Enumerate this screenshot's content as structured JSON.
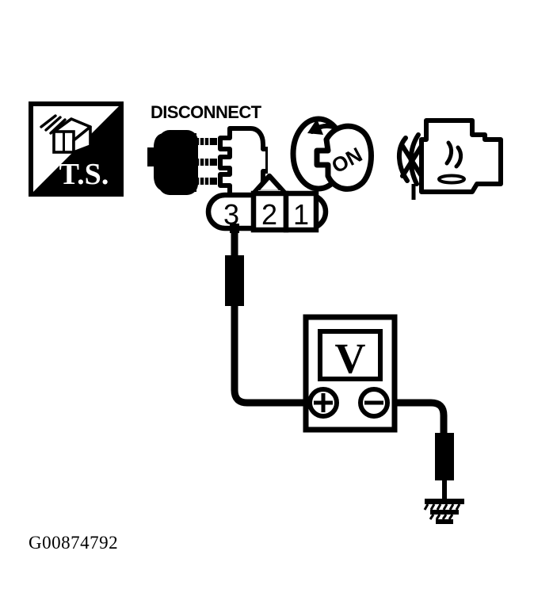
{
  "page": {
    "background_color": "#ffffff",
    "ink_color": "#000000",
    "caption": "G00874792"
  },
  "icon_row": {
    "icons": [
      {
        "name": "troubleshooting-icon",
        "label": "T.S.",
        "description": "square badge split diagonally, connector-with-wires drawing upper-left, T.S. lettering lower-right"
      },
      {
        "name": "disconnect-icon",
        "label": "DISCONNECT",
        "description": "two electrical connectors separated, left solid black with three prongs, right outlined with three sockets"
      },
      {
        "name": "ignition-on-icon",
        "label": "ON",
        "description": "ignition key turned to the ON position"
      },
      {
        "name": "engine-running-icon",
        "label": "",
        "description": "engine block with drive belt and pulley"
      }
    ]
  },
  "diagram": {
    "title": "",
    "connector": {
      "name": "three-pin-connector",
      "pins": [
        {
          "number": "3",
          "position": "left"
        },
        {
          "number": "2",
          "position": "center"
        },
        {
          "number": "1",
          "position": "right"
        }
      ],
      "has_locking_tab": true
    },
    "meter": {
      "name": "voltmeter",
      "display_symbol": "V",
      "terminals": [
        {
          "name": "positive-terminal",
          "symbol": "+"
        },
        {
          "name": "negative-terminal",
          "symbol": "−"
        }
      ]
    },
    "probes": [
      {
        "name": "positive-test-probe",
        "connected_to_pin": "3",
        "connected_to_terminal": "+"
      },
      {
        "name": "negative-test-probe",
        "connected_to_pin": "ground",
        "connected_to_terminal": "−"
      }
    ],
    "ground": {
      "name": "chassis-ground-symbol",
      "bars": 3
    }
  }
}
